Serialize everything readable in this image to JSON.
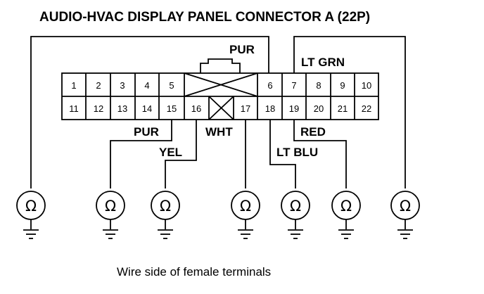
{
  "title": "AUDIO-HVAC DISPLAY PANEL CONNECTOR A (22P)",
  "caption": "Wire side of female terminals",
  "top_row_pins": [
    "1",
    "2",
    "3",
    "4",
    "5",
    "6",
    "7",
    "8",
    "9",
    "10"
  ],
  "bottom_row_pins": [
    "11",
    "12",
    "13",
    "14",
    "15",
    "16",
    "17",
    "18",
    "19",
    "20",
    "21",
    "22"
  ],
  "wire_labels": {
    "pur_top": "PUR",
    "lt_grn": "LT GRN",
    "pur_bottom": "PUR",
    "yel": "YEL",
    "wht": "WHT",
    "red": "RED",
    "lt_blu": "LT BLU"
  },
  "meter_symbol": "Ω"
}
